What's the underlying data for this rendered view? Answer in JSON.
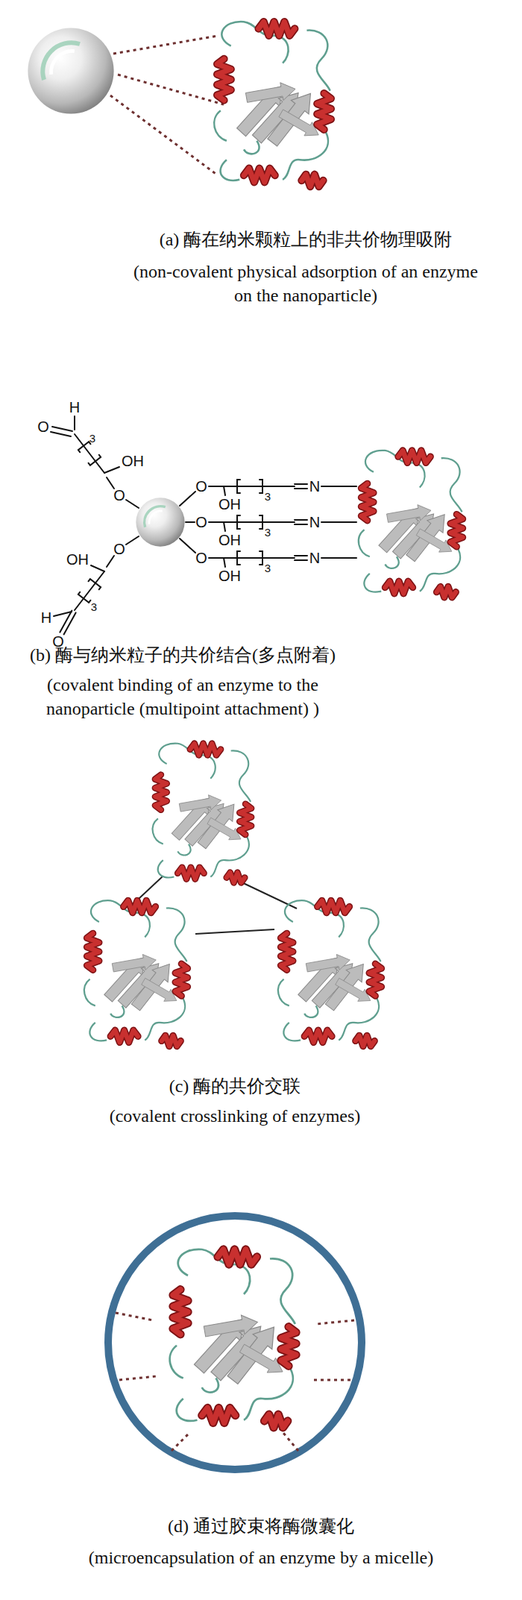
{
  "diagram": {
    "labels": [
      "(a) 酶在纳米颗粒上的非共价物理吸附",
      "(non-covalent physical adsorption of an enzyme on the nanoparticle)",
      "H",
      "O",
      "OH",
      "3",
      "O",
      "O",
      "3",
      "N",
      "OH",
      "O",
      "3",
      "N",
      "OH",
      "O",
      "OH",
      "O",
      "3",
      "N",
      "OH",
      "3",
      "H",
      "O",
      "(b) 酶与纳米粒子的共价结合(多点附着)",
      "(covalent binding of an enzyme to the nanoparticle (multipoint attachment) )",
      "(c) 酶的共价交联",
      "(covalent crosslinking of enzymes)",
      "(d) 通过胶束将酶微囊化",
      "(microencapsulation of an enzyme by a micelle)"
    ]
  }
}
